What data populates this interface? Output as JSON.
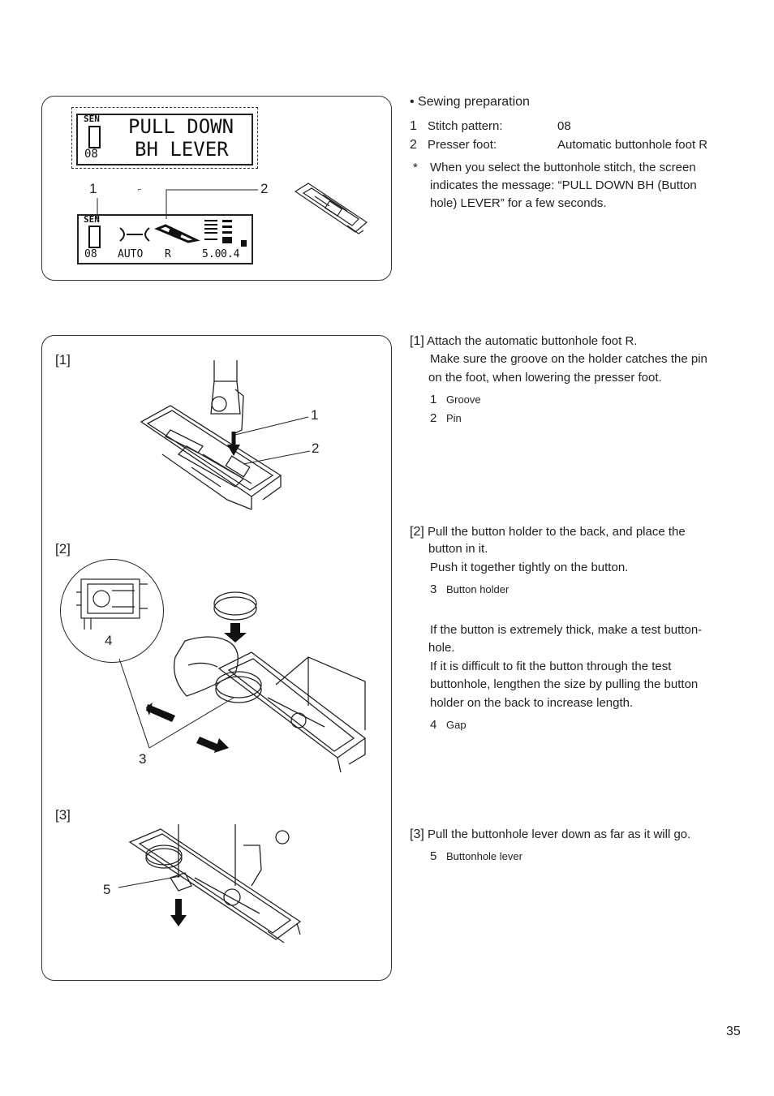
{
  "lcd_top": {
    "mode": "SEN",
    "pattern": "08",
    "line1": "PULL DOWN",
    "line2": "BH LEVER"
  },
  "lcd_bottom": {
    "mode": "SEN",
    "pattern": "08",
    "auto": "AUTO",
    "foot": "R",
    "value": "5.0",
    "value2": "0.4"
  },
  "panel1_callouts": {
    "c1": "1",
    "c2": "2"
  },
  "prep": {
    "heading": "Sewing preparation",
    "items": [
      {
        "num": "1",
        "label": "Stitch pattern:",
        "value": "08"
      },
      {
        "num": "2",
        "label": "Presser foot:",
        "value": "Automatic buttonhole foot R"
      }
    ],
    "note_mark": "*",
    "note": [
      "When you select the buttonhole stitch, the screen",
      "indicates the message: “PULL DOWN BH (Button",
      "hole) LEVER” for a few seconds."
    ]
  },
  "panel2": {
    "tag1": "[1]",
    "tag2": "[2]",
    "tag3": "[3]",
    "c1": "1",
    "c2": "2",
    "c3": "3",
    "c4": "4",
    "c5": "5"
  },
  "step1": {
    "tag": "[1]",
    "line1": "Attach the automatic buttonhole foot R.",
    "line2": "Make sure the groove on the holder catches the pin",
    "line3": "on the foot, when lowering the presser foot.",
    "parts": [
      {
        "num": "1",
        "label": "Groove"
      },
      {
        "num": "2",
        "label": "Pin"
      }
    ]
  },
  "step2": {
    "tag": "[2]",
    "line1": "Pull the button holder to the back, and place the",
    "line2": "button in it.",
    "line3": "Push it together tightly on the button.",
    "part3": {
      "num": "3",
      "label": "Button holder"
    },
    "para": [
      "If the button is extremely thick, make a test button-",
      "hole.",
      "If it is difficult to fit the button through the test",
      "buttonhole, lengthen the size by pulling the button",
      "holder on the back to increase length."
    ],
    "part4": {
      "num": "4",
      "label": "Gap"
    }
  },
  "step3": {
    "tag": "[3]",
    "line1": "Pull the buttonhole lever down as far as it will go.",
    "part5": {
      "num": "5",
      "label": "Buttonhole lever"
    }
  },
  "page_number": "35"
}
